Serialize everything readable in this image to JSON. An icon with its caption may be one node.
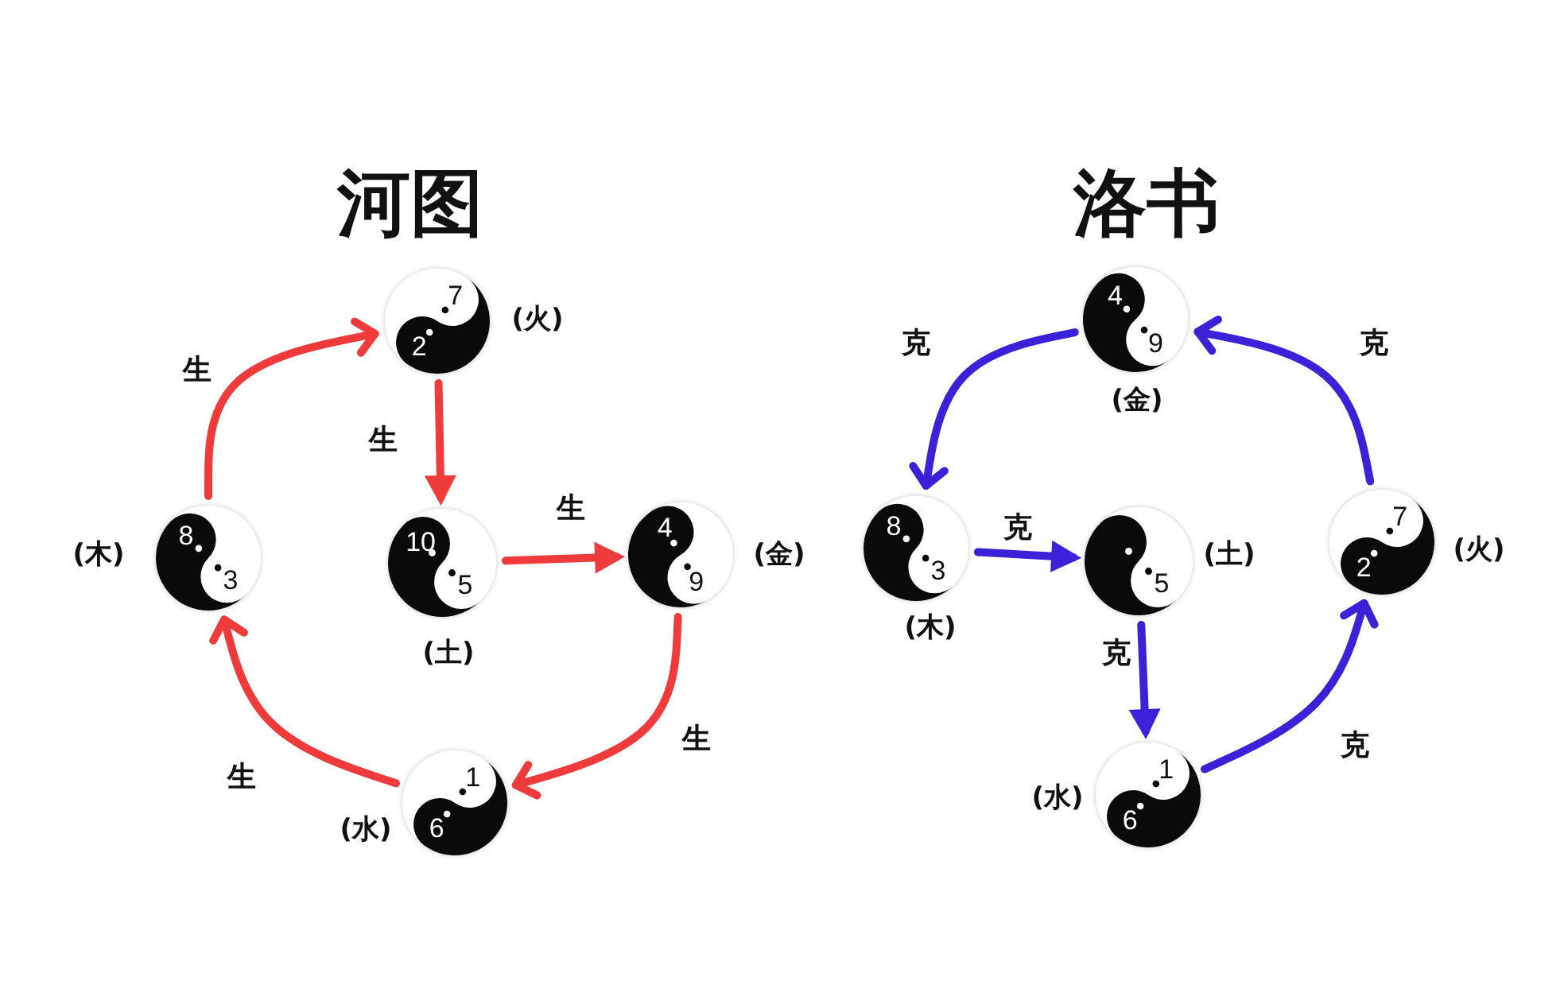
{
  "diagram": {
    "nodes": [
      {
        "text": [
          "7",
          "2"
        ],
        "beside": [
          "(火)"
        ]
      },
      {
        "text": [
          "8",
          "3"
        ],
        "beside": [
          "(木)"
        ]
      },
      {
        "text": [
          "10",
          "5"
        ],
        "beside": [
          "(土)"
        ]
      },
      {
        "text": [
          "4",
          "9"
        ],
        "beside": [
          "(金)"
        ]
      },
      {
        "text": [
          "1",
          "6"
        ],
        "beside": [
          "(水)"
        ]
      },
      {
        "text": [
          "4",
          "9"
        ],
        "beside": [
          "(金)"
        ]
      },
      {
        "text": [
          "8",
          "3"
        ],
        "beside": [
          "(木)"
        ]
      },
      {
        "text": [
          "5"
        ],
        "beside": [
          "(土)"
        ]
      },
      {
        "text": [
          "7",
          "2"
        ],
        "beside": [
          "(火)"
        ]
      },
      {
        "text": [
          "1",
          "6"
        ],
        "beside": [
          "(水)"
        ]
      }
    ],
    "edges": [
      {
        "from": 1,
        "to": 0,
        "arrow": "to",
        "label": "生",
        "color": "#ef3b3b"
      },
      {
        "from": 0,
        "to": 2,
        "arrow": "to",
        "label": "生",
        "color": "#ef3b3b"
      },
      {
        "from": 2,
        "to": 3,
        "arrow": "to",
        "label": "生",
        "color": "#ef3b3b"
      },
      {
        "from": 3,
        "to": 4,
        "arrow": "to",
        "label": "生",
        "color": "#ef3b3b"
      },
      {
        "from": 4,
        "to": 1,
        "arrow": "to",
        "label": "生",
        "color": "#ef3b3b"
      },
      {
        "from": 5,
        "to": 6,
        "arrow": "to",
        "label": "克",
        "color": "#3a22d8"
      },
      {
        "from": 6,
        "to": 7,
        "arrow": "to",
        "label": "克",
        "color": "#3a22d8"
      },
      {
        "from": 7,
        "to": 9,
        "arrow": "to",
        "label": "克",
        "color": "#3a22d8"
      },
      {
        "from": 9,
        "to": 8,
        "arrow": "to",
        "label": "克",
        "color": "#3a22d8"
      },
      {
        "from": 8,
        "to": 5,
        "arrow": "to",
        "label": "克",
        "color": "#3a22d8"
      }
    ],
    "labels": [
      "河图",
      "洛书"
    ]
  }
}
